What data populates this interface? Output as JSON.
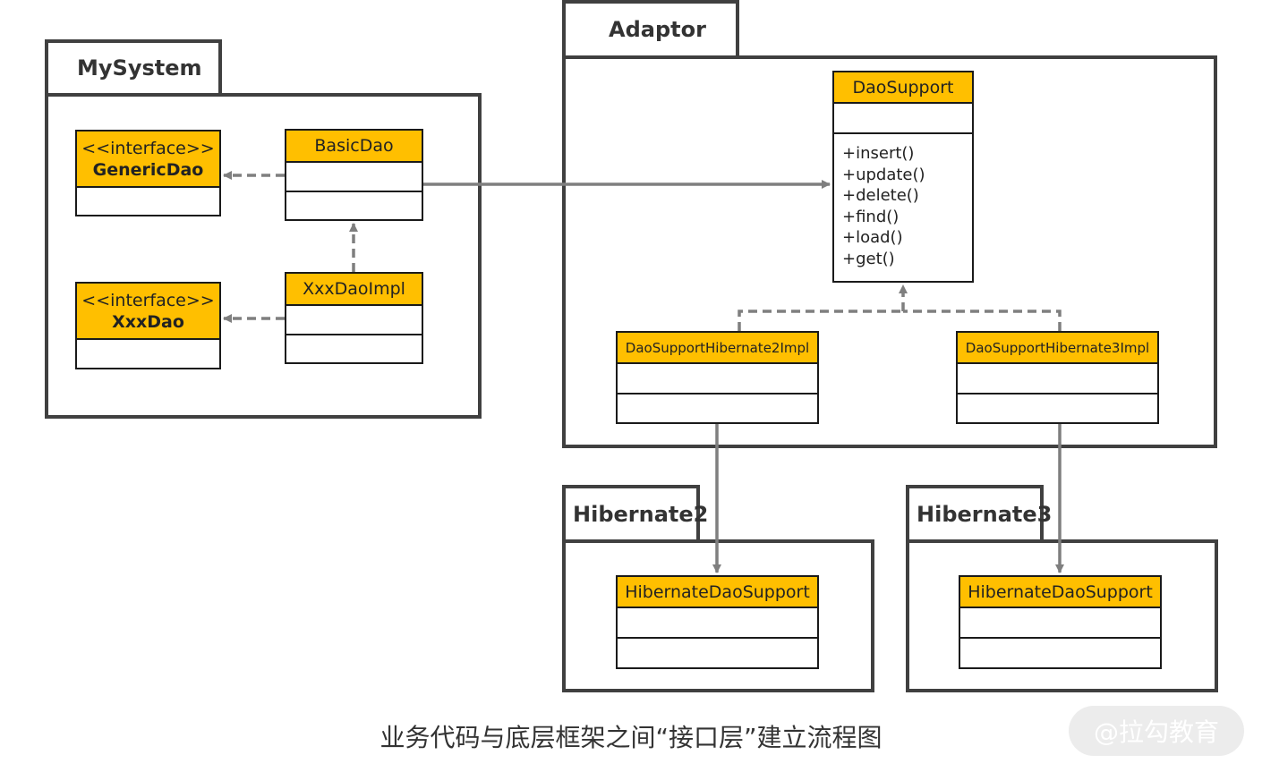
{
  "packages": {
    "mysystem": "MySystem",
    "adaptor": "Adaptor",
    "hibernate2": "Hibernate2",
    "hibernate3": "Hibernate3"
  },
  "classes": {
    "generic_dao": {
      "stereotype": "<<interface>>",
      "name": "GenericDao"
    },
    "basic_dao": {
      "name": "BasicDao"
    },
    "xxx_dao": {
      "stereotype": "<<interface>>",
      "name": "XxxDao"
    },
    "xxx_dao_impl": {
      "name": "XxxDaoImpl"
    },
    "dao_support": {
      "name": "DaoSupport",
      "methods": [
        "+insert()",
        "+update()",
        "+delete()",
        "+find()",
        "+load()",
        "+get()"
      ]
    },
    "hib2_impl": {
      "name": "DaoSupportHibernate2Impl"
    },
    "hib3_impl": {
      "name": "DaoSupportHibernate3Impl"
    },
    "hib2_support": {
      "name": "HibernateDaoSupport"
    },
    "hib3_support": {
      "name": "HibernateDaoSupport"
    }
  },
  "colors": {
    "class_header": "#ffbf00",
    "border": "#404040",
    "connector": "#7f7f7f"
  },
  "caption": "业务代码与底层框架之间“接口层”建立流程图",
  "watermark": "@拉勾教育"
}
